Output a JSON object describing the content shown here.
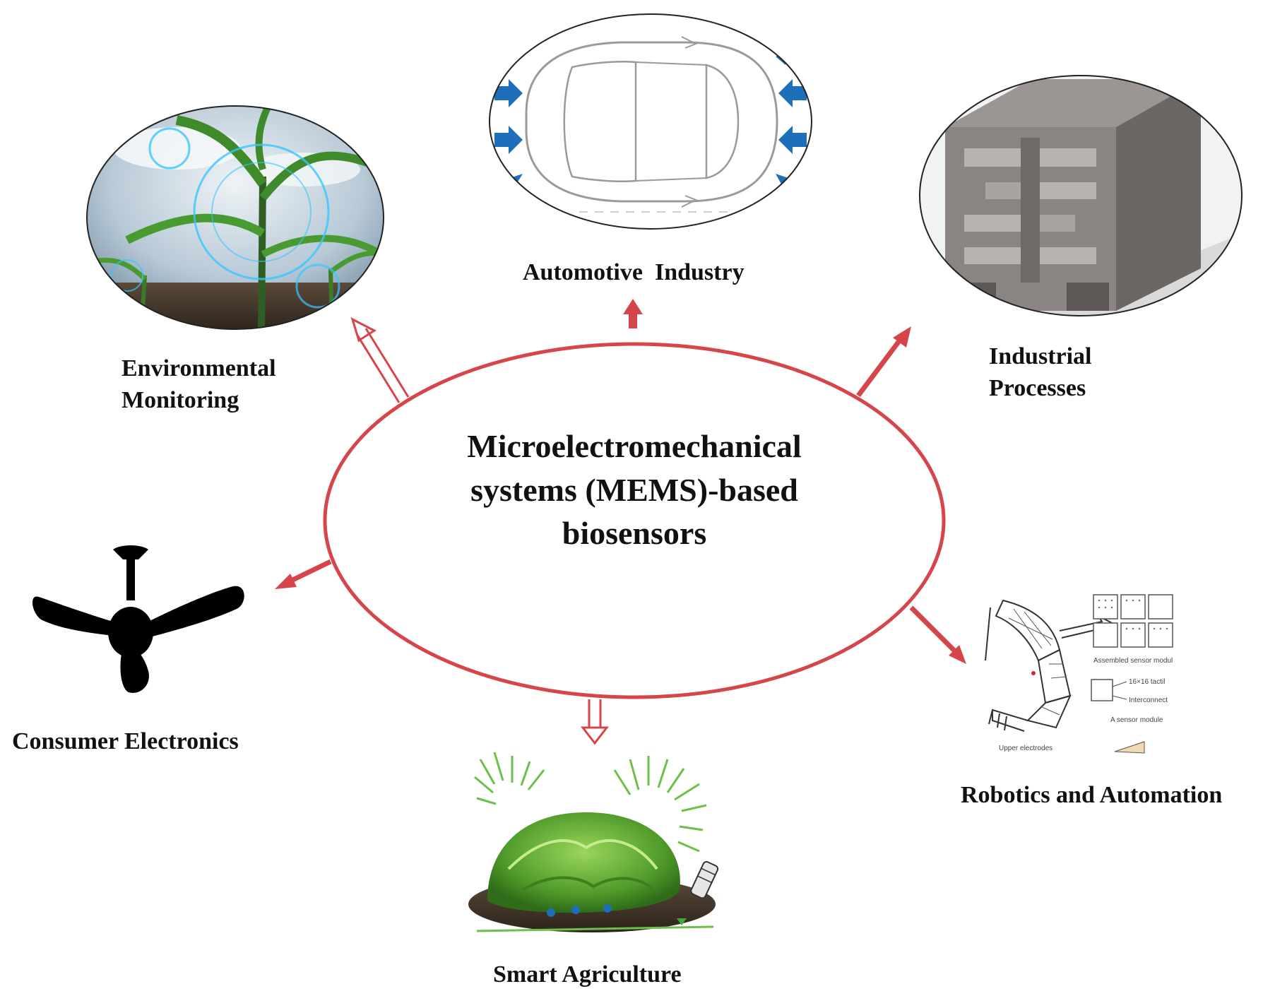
{
  "center": {
    "lines": [
      "Microelectromechanical",
      "systems (MEMS)-based",
      "biosensors"
    ]
  },
  "applications": {
    "environmental": {
      "lines": [
        "Environmental",
        "Monitoring"
      ],
      "icon": "corn-plant-sensor-icon"
    },
    "automotive": {
      "lines": [
        "Automotive  Industry"
      ],
      "icon": "car-top-view-icon"
    },
    "industrial": {
      "lines": [
        "Industrial",
        "Processes"
      ],
      "icon": "mems-comb-structure-icon"
    },
    "consumer": {
      "lines": [
        "Consumer Electronics"
      ],
      "icon": "ceiling-fan-icon"
    },
    "agriculture": {
      "lines": [
        "Smart Agriculture"
      ],
      "icon": "lettuce-soil-sensor-icon"
    },
    "robotics": {
      "lines": [
        "Robotics and Automation"
      ],
      "icon": "tactile-sensor-hand-icon",
      "inset_labels": [
        "Assembled sensor modul",
        "16×16 tactil",
        "Interconnect",
        "A sensor module",
        "Upper electrodes"
      ]
    }
  },
  "colors": {
    "accent": "#d6454a",
    "text": "#111111",
    "mems_gray": "#7d7876"
  }
}
